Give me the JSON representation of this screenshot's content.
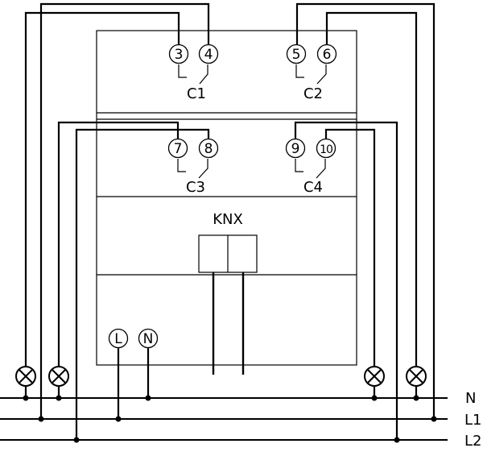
{
  "terminals": {
    "t3": "3",
    "t4": "4",
    "t5": "5",
    "t6": "6",
    "t7": "7",
    "t8": "8",
    "t9": "9",
    "t10": "10",
    "tL": "L",
    "tN": "N"
  },
  "channels": {
    "c1": "C1",
    "c2": "C2",
    "c3": "C3",
    "c4": "C4"
  },
  "knx": {
    "label": "KNX"
  },
  "bus": {
    "n": "N",
    "l1": "L1",
    "l2": "L2"
  }
}
